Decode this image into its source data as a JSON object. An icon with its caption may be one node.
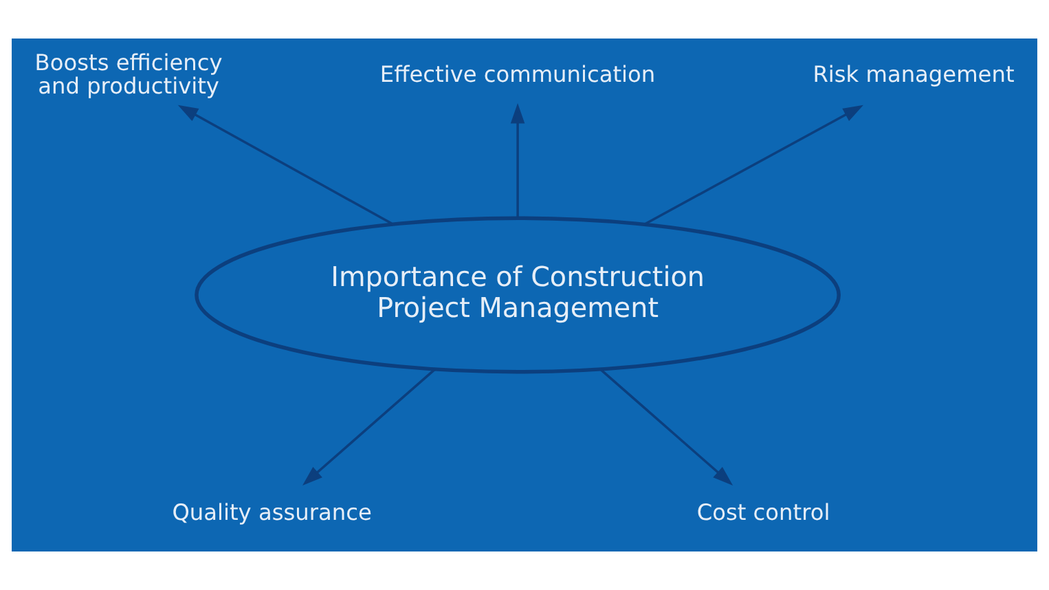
{
  "diagram": {
    "nodes": [
      {
        "text": [
          "Effective communication"
        ]
      },
      {
        "text": [
          "Boosts efficiency and productivity"
        ]
      },
      {
        "text": [
          "Risk management"
        ]
      },
      {
        "text": [
          "Importance of Construction Project Management"
        ]
      },
      {
        "text": [
          "Quality assurance"
        ]
      },
      {
        "text": [
          "Cost control"
        ]
      }
    ],
    "edges": [
      {
        "from": 3,
        "to": 0,
        "arrow": "to"
      },
      {
        "from": 3,
        "to": 1,
        "arrow": "to"
      },
      {
        "from": 3,
        "to": 2,
        "arrow": "to"
      },
      {
        "from": 3,
        "to": 4,
        "arrow": "to"
      },
      {
        "from": 3,
        "to": 5,
        "arrow": "to"
      }
    ]
  }
}
